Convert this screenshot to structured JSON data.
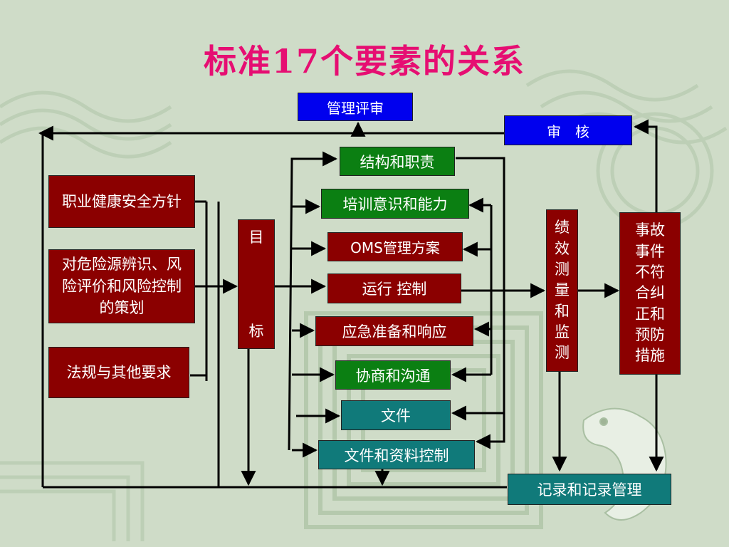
{
  "title": "标准17个要素的关系",
  "colors": {
    "title": "#e60e72",
    "background": "#cfdcc8",
    "dark_red_box": "#8b0000",
    "green_box": "#0b7f12",
    "blue_box": "#0000ee",
    "teal_box": "#107a7a",
    "connector": "#000000"
  },
  "boxes": {
    "management_review": "管理评审",
    "audit": "审　核",
    "policy": "职业健康安全方针",
    "hazard_planning": "对危险源辨识、风险评价和风险控制的策划",
    "legal": "法规与其他要求",
    "objectives_top": "目",
    "objectives_bottom": "标",
    "structure": "结构和职责",
    "training": "培训意识和能力",
    "oms": "OMS管理方案",
    "operation": "运行 控制",
    "emergency": "应急准备和响应",
    "consultation": "协商和沟通",
    "documents": "文件",
    "doc_control": "文件和资料控制",
    "measurement": "绩效测量和监测",
    "corrective": "事故事件不符合纠正和预防措施",
    "records": "记录和记录管理"
  }
}
